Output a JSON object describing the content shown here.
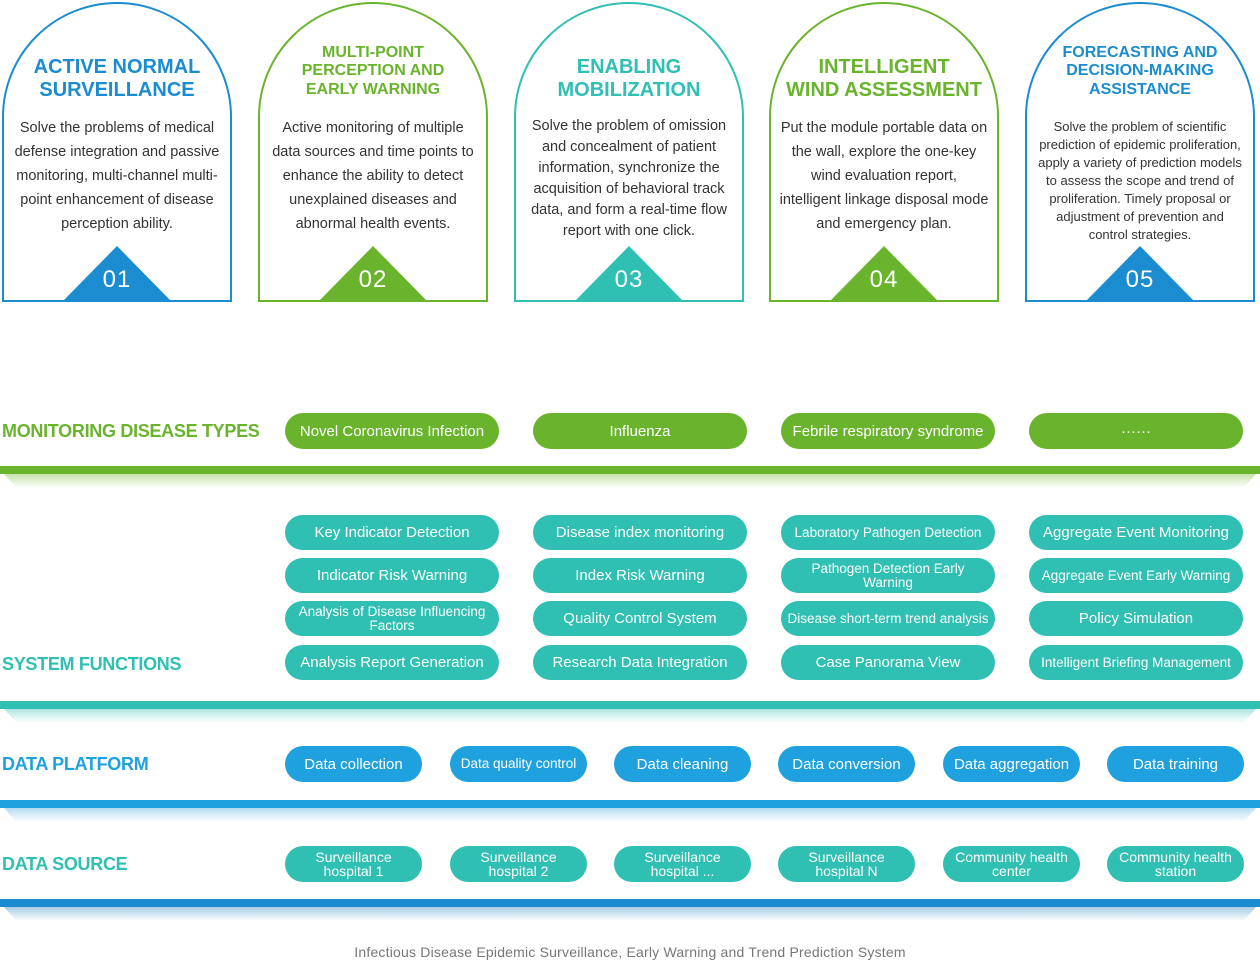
{
  "colors": {
    "blue": "#1a8ccf",
    "green": "#6ab42d",
    "teal": "#2fbfb3",
    "sky": "#1ea1de",
    "data_source_teal": "#2fbfb3"
  },
  "cards": [
    {
      "title_1": "ACTIVE NORMAL",
      "title_2": "SURVEILLANCE",
      "title_3": "",
      "description": "Solve the problems of medical defense integration and passive monitoring, multi-channel multi-point enhancement of disease perception ability.",
      "number": "01"
    },
    {
      "title_1": "MULTI-POINT",
      "title_2": "PERCEPTION AND",
      "title_3": "EARLY WARNING",
      "description": "Active monitoring of multiple data sources and time points to enhance the ability to detect unexplained diseases and abnormal health events.",
      "number": "02"
    },
    {
      "title_1": "ENABLING",
      "title_2": "MOBILIZATION",
      "title_3": "",
      "description": "Solve the problem of omission and concealment of patient information, synchronize the acquisition of behavioral track data, and form a real-time flow report with one click.",
      "number": "03"
    },
    {
      "title_1": "INTELLIGENT",
      "title_2": "WIND ASSESSMENT",
      "title_3": "",
      "description": "Put the module portable data on the wall, explore the one-key wind evaluation report, intelligent linkage disposal mode and emergency plan.",
      "number": "04"
    },
    {
      "title_1": "FORECASTING AND",
      "title_2": "DECISION-MAKING",
      "title_3": "ASSISTANCE",
      "description": "Solve the problem of scientific prediction of epidemic proliferation, apply a variety of prediction models to assess the scope and trend of proliferation. Timely proposal or adjustment of prevention and control strategies.",
      "number": "05"
    }
  ],
  "monitoring": {
    "label": "MONITORING DISEASE TYPES",
    "items": [
      "Novel Coronavirus Infection",
      "Influenza",
      "Febrile respiratory syndrome",
      "······"
    ]
  },
  "functions": {
    "label": "SYSTEM FUNCTIONS",
    "columns": [
      [
        "Key Indicator Detection",
        "Indicator Risk Warning",
        "Analysis of Disease Influencing Factors",
        "Analysis Report Generation"
      ],
      [
        "Disease index monitoring",
        "Index Risk Warning",
        "Quality Control System",
        "Research Data Integration"
      ],
      [
        "Laboratory Pathogen Detection",
        "Pathogen Detection Early Warning",
        "Disease short-term trend analysis",
        "Case Panorama View"
      ],
      [
        "Aggregate Event Monitoring",
        "Aggregate Event Early Warning",
        "Policy Simulation",
        "Intelligent Briefing Management"
      ]
    ]
  },
  "platform": {
    "label": "DATA PLATFORM",
    "items": [
      "Data collection",
      "Data quality control",
      "Data cleaning",
      "Data conversion",
      "Data aggregation",
      "Data training"
    ]
  },
  "source": {
    "label": "DATA SOURCE",
    "items": [
      "Surveillance hospital 1",
      "Surveillance hospital 2",
      "Surveillance hospital ...",
      "Surveillance hospital N",
      "Community health center",
      "Community health station"
    ]
  },
  "caption": "Infectious Disease Epidemic Surveillance, Early Warning and Trend Prediction System"
}
